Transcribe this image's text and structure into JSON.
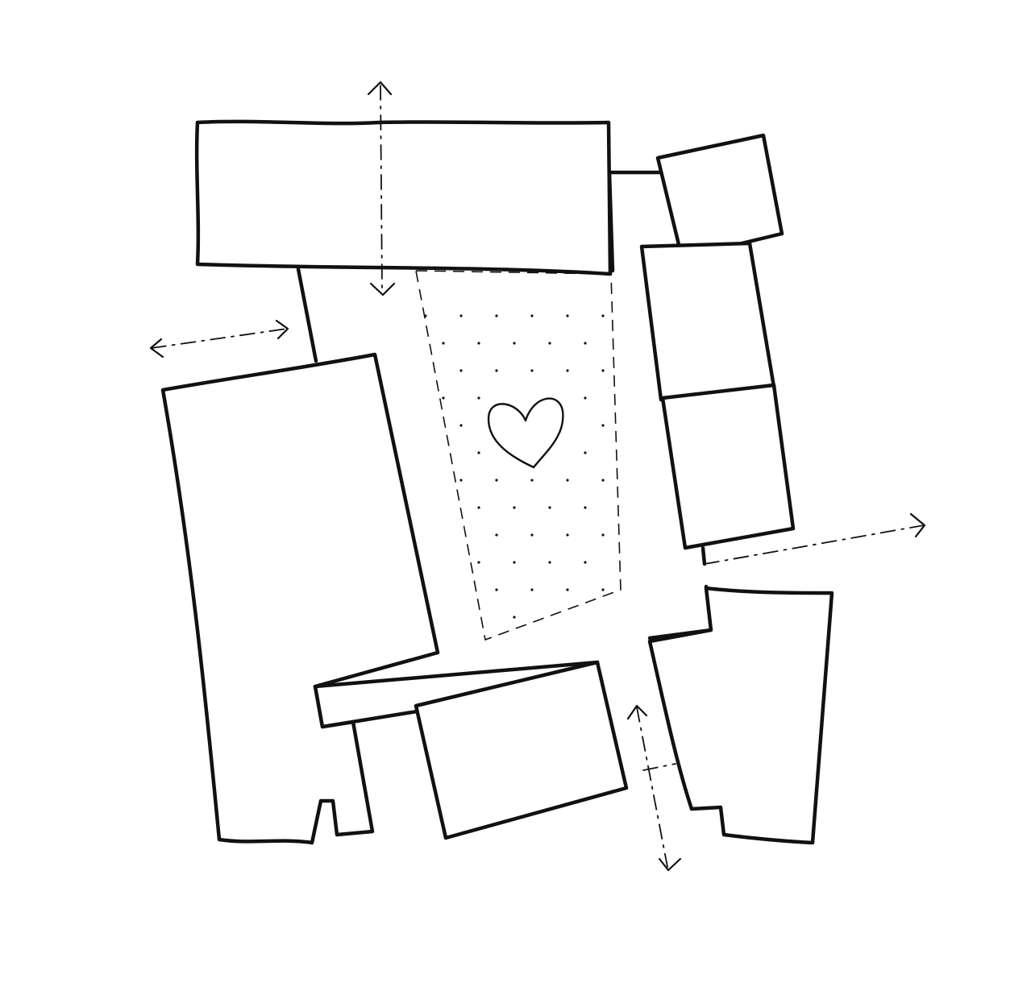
{
  "diagram": {
    "style": "hand-drawn site plan sketch",
    "line_color": "#111111",
    "background_color": "#ffffff",
    "buildings": [
      {
        "name": "north-building"
      },
      {
        "name": "northeast-small-building"
      },
      {
        "name": "east-building-upper"
      },
      {
        "name": "east-building-lower"
      },
      {
        "name": "west-large-building"
      },
      {
        "name": "south-bar-building"
      },
      {
        "name": "south-building"
      },
      {
        "name": "southeast-building"
      }
    ],
    "central_space": {
      "outline": "dashed",
      "fill": "dotted",
      "symbol": "heart-icon"
    },
    "movement_arrows": [
      {
        "name": "north-south-axis",
        "style": "dash-dot",
        "heads": "both"
      },
      {
        "name": "west-connection",
        "style": "dash-dot",
        "heads": "both"
      },
      {
        "name": "east-connection",
        "style": "dash-dot",
        "heads": "one"
      },
      {
        "name": "south-connection",
        "style": "dash-dot",
        "heads": "both"
      }
    ]
  }
}
